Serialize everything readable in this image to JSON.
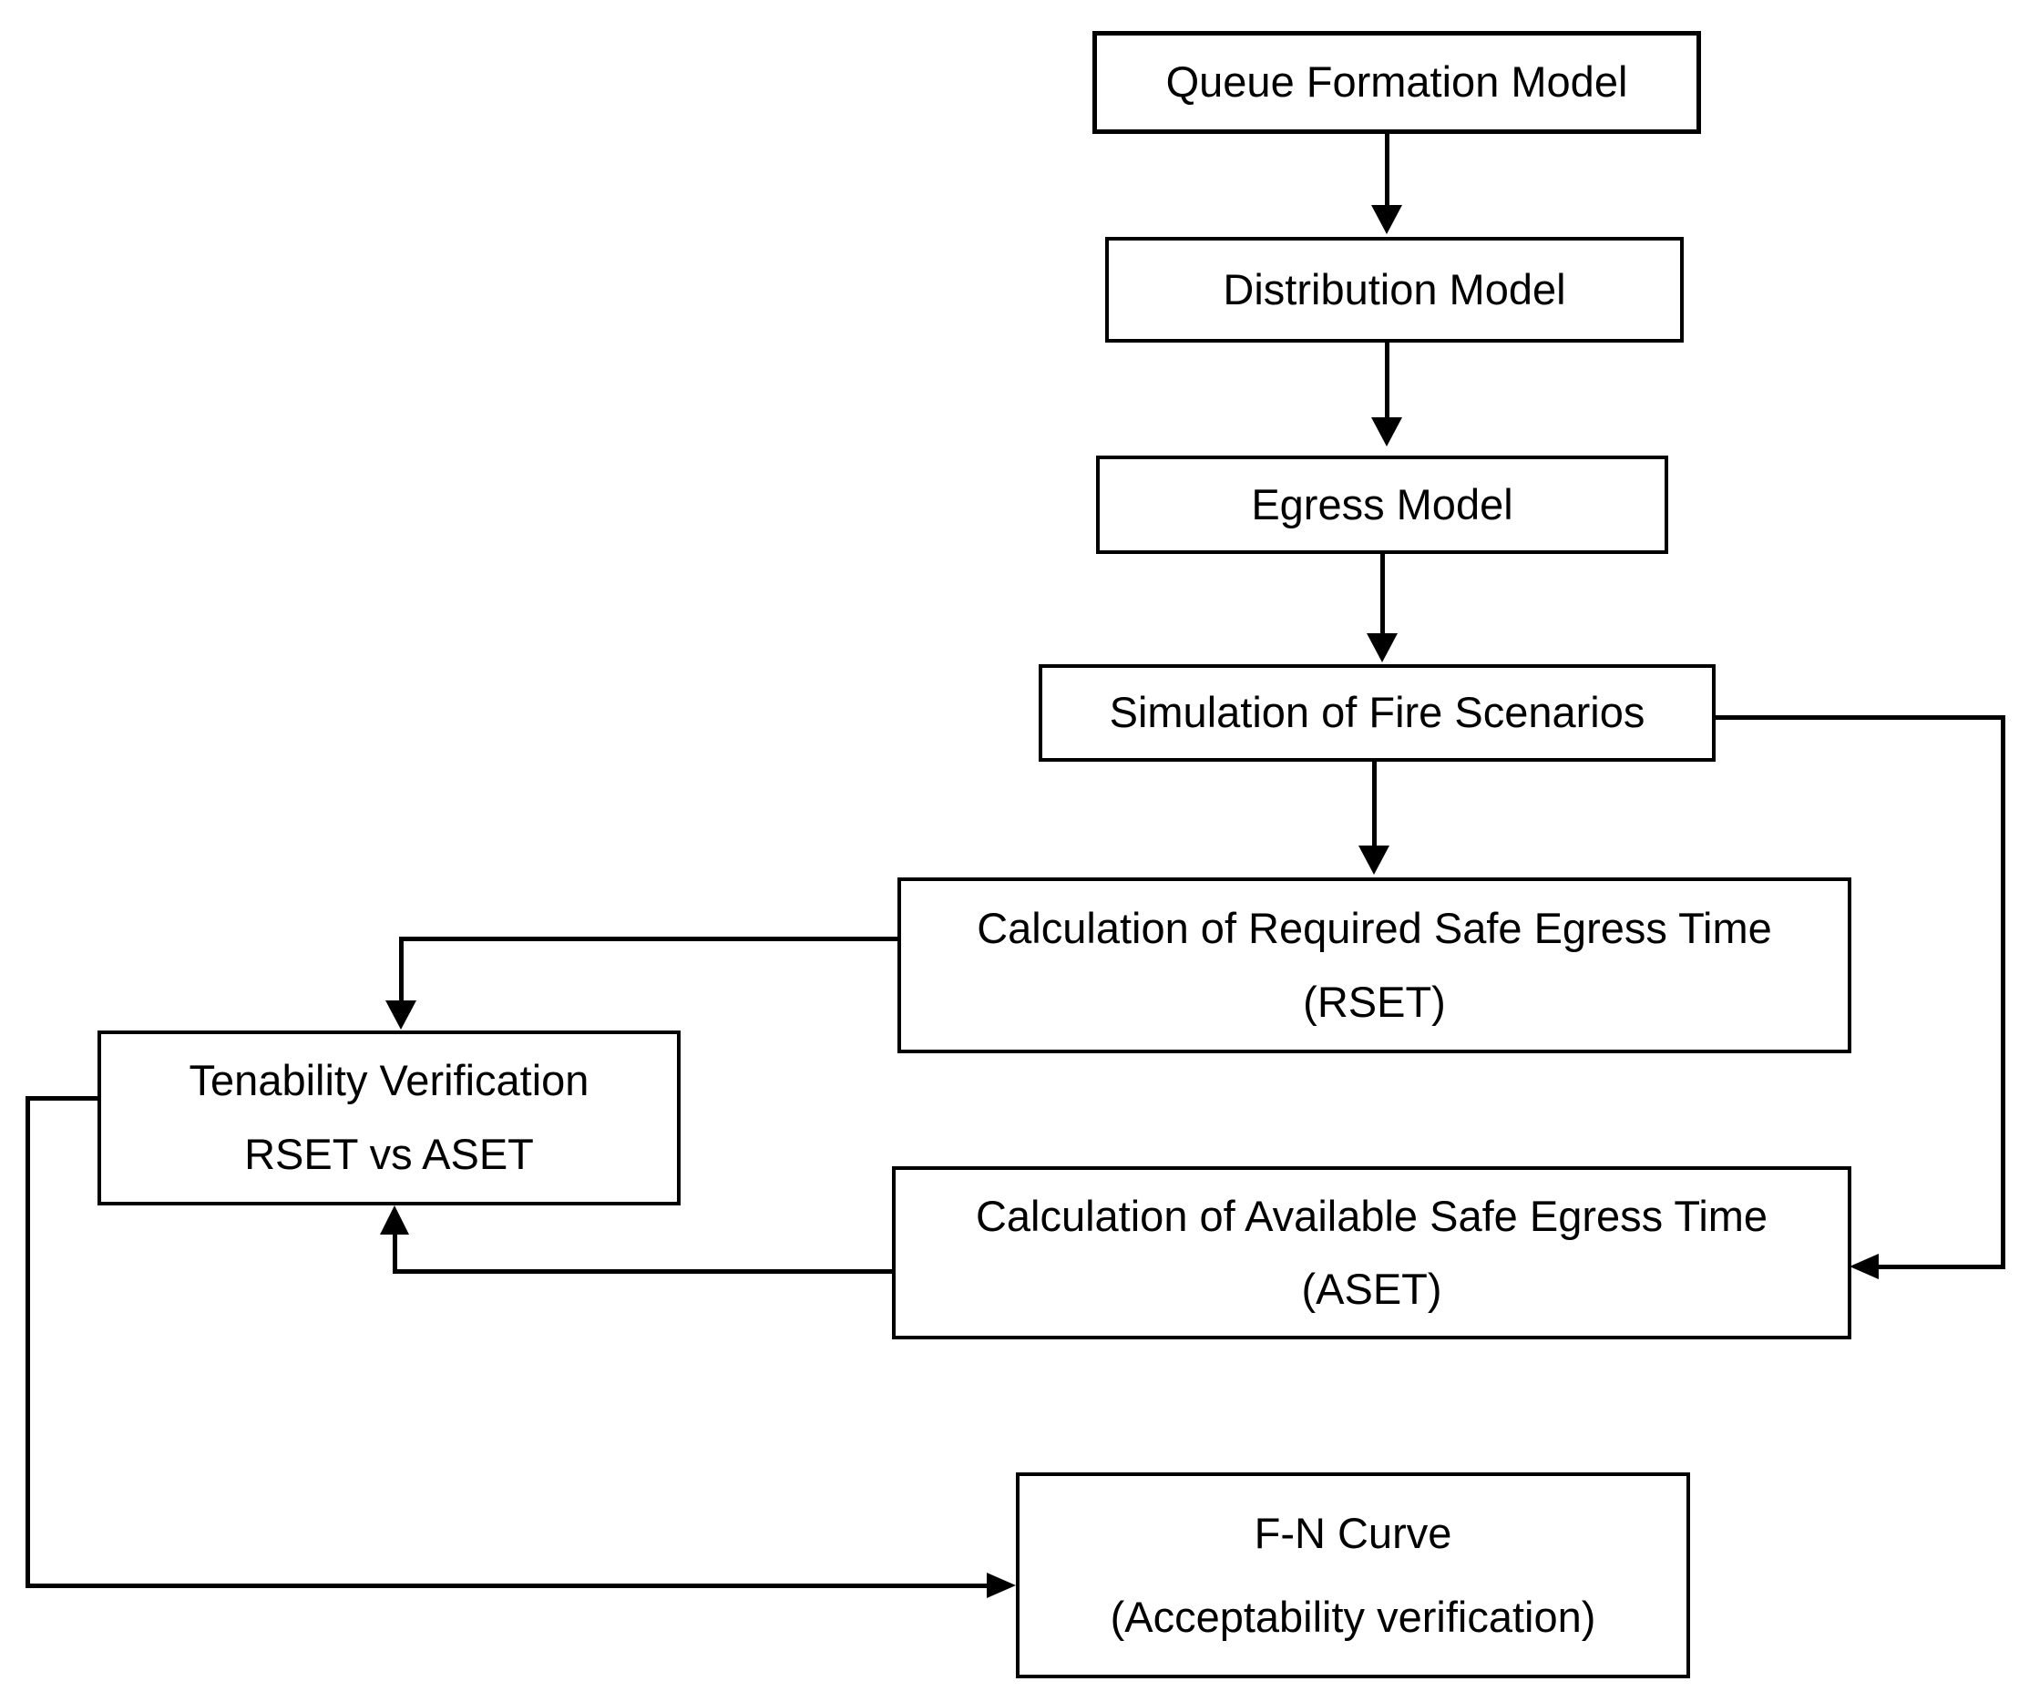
{
  "diagram": {
    "type": "flowchart",
    "background_color": "#ffffff",
    "stroke_color": "#000000",
    "text_color": "#000000",
    "nodes": {
      "queue": {
        "label": "Queue Formation Model"
      },
      "distribution": {
        "label": "Distribution Model"
      },
      "egress": {
        "label": "Egress Model"
      },
      "simulation": {
        "label": "Simulation of Fire Scenarios"
      },
      "rset": {
        "line1": "Calculation of Required Safe Egress Time",
        "line2": "(RSET)"
      },
      "tenability": {
        "line1": "Tenability Verification",
        "line2": "RSET vs ASET"
      },
      "aset": {
        "line1": "Calculation of Available Safe Egress Time",
        "line2": "(ASET)"
      },
      "fn": {
        "line1": "F-N Curve",
        "line2": "(Acceptability verification)"
      }
    },
    "edges": [
      {
        "from": "queue",
        "to": "distribution",
        "shape": "straight-down"
      },
      {
        "from": "distribution",
        "to": "egress",
        "shape": "straight-down"
      },
      {
        "from": "egress",
        "to": "simulation",
        "shape": "straight-down"
      },
      {
        "from": "simulation",
        "to": "rset",
        "shape": "straight-down"
      },
      {
        "from": "rset",
        "to": "tenability",
        "shape": "elbow-left-then-down"
      },
      {
        "from": "simulation",
        "to": "aset",
        "shape": "elbow-right-down-left"
      },
      {
        "from": "aset",
        "to": "tenability",
        "shape": "elbow-left-then-up"
      },
      {
        "from": "tenability",
        "to": "fn",
        "shape": "elbow-left-down-right"
      }
    ]
  }
}
